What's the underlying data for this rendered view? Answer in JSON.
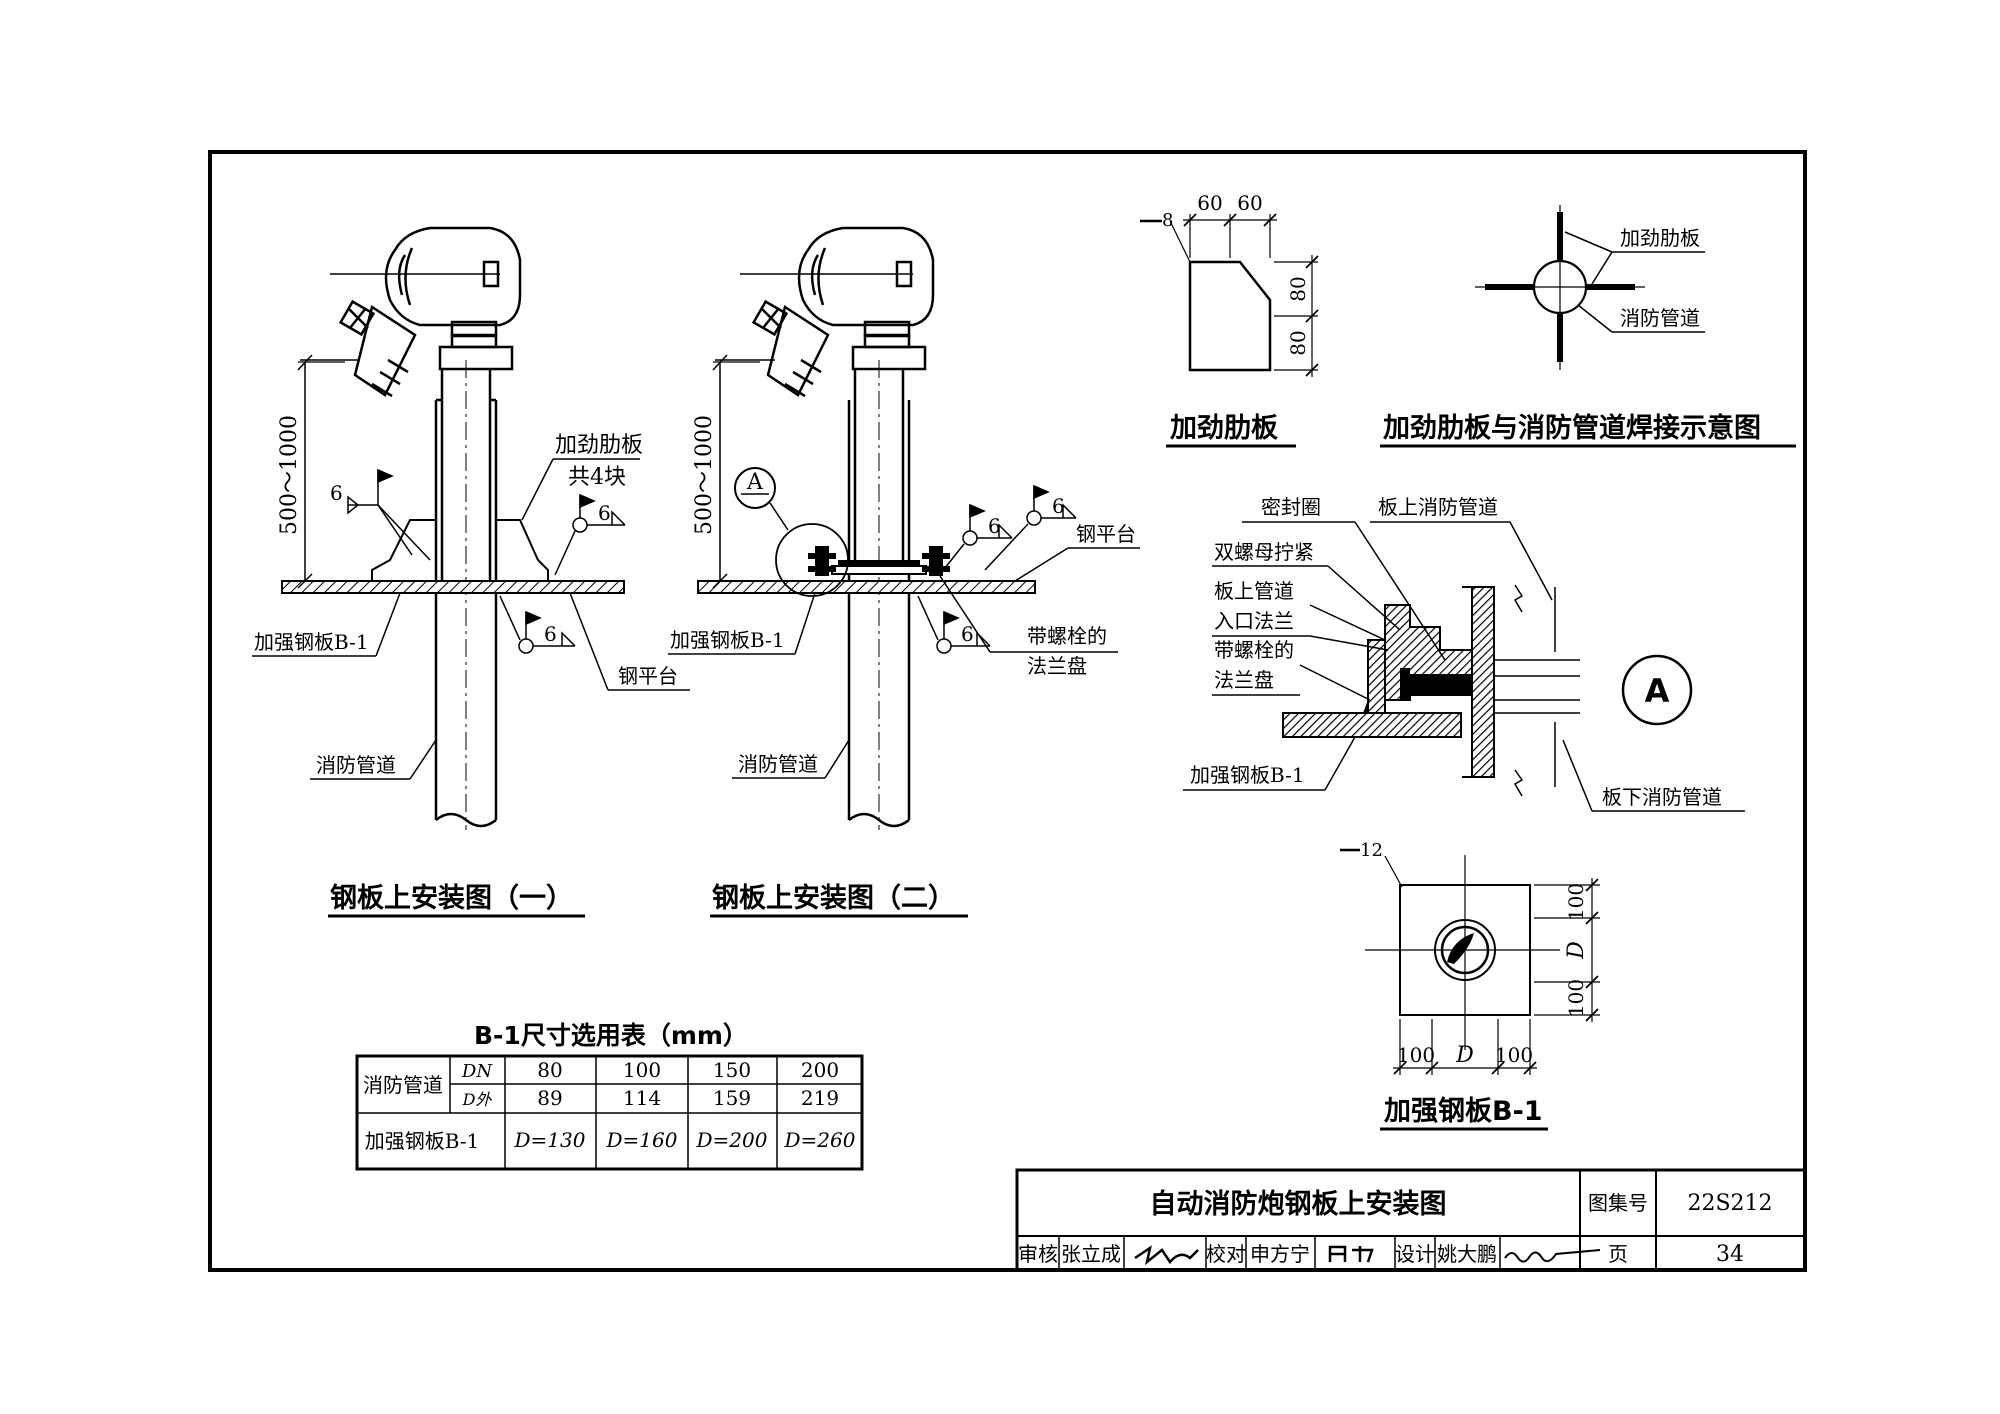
{
  "figures": {
    "fig1": {
      "title": "钢板上安装图（一）",
      "dim_height": "500～1000",
      "rib_label": "加劲肋板",
      "rib_count": "共4块",
      "plate_label": "加强钢板B-1",
      "platform_label": "钢平台",
      "pipe_label": "消防管道",
      "weld_size": "6"
    },
    "fig2": {
      "title": "钢板上安装图（二）",
      "dim_height": "500～1000",
      "detail_mark": "A",
      "platform_label": "钢平台",
      "plate_label": "加强钢板B-1",
      "flange_label_1": "带螺栓的",
      "flange_label_2": "法兰盘",
      "pipe_label": "消防管道",
      "weld_size": "6"
    },
    "rib": {
      "title": "加劲肋板",
      "thickness": "8",
      "dim_w1": "60",
      "dim_w2": "60",
      "dim_h1": "80",
      "dim_h2": "80"
    },
    "weld_diagram": {
      "title": "加劲肋板与消防管道焊接示意图",
      "rib_label": "加劲肋板",
      "pipe_label": "消防管道"
    },
    "detail_a": {
      "mark": "A",
      "seal_label": "密封圈",
      "upper_pipe_label": "板上消防管道",
      "double_nut_label": "双螺母拧紧",
      "inlet_flange_label_1": "板上管道",
      "inlet_flange_label_2": "入口法兰",
      "bolt_flange_label_1": "带螺栓的",
      "bolt_flange_label_2": "法兰盘",
      "plate_label": "加强钢板B-1",
      "lower_pipe_label": "板下消防管道"
    },
    "plate_b1": {
      "title": "加强钢板B-1",
      "thickness": "12",
      "dim_100": "100",
      "dim_d": "D"
    }
  },
  "table": {
    "title": "B-1尺寸选用表（mm）",
    "row_group_label": "消防管道",
    "row1_label": "DN",
    "row2_label": "D外",
    "row3_label": "加强钢板B-1",
    "row1": [
      "80",
      "100",
      "150",
      "200"
    ],
    "row2": [
      "89",
      "114",
      "159",
      "219"
    ],
    "row3": [
      "D=130",
      "D=160",
      "D=200",
      "D=260"
    ]
  },
  "title_block": {
    "drawing_title": "自动消防炮钢板上安装图",
    "atlas_label": "图集号",
    "atlas_number": "22S212",
    "review_label": "审核",
    "reviewer": "张立成",
    "check_label": "校对",
    "checker": "申方宁",
    "design_label": "设计",
    "designer": "姚大鹏",
    "page_label": "页",
    "page_number": "34"
  }
}
